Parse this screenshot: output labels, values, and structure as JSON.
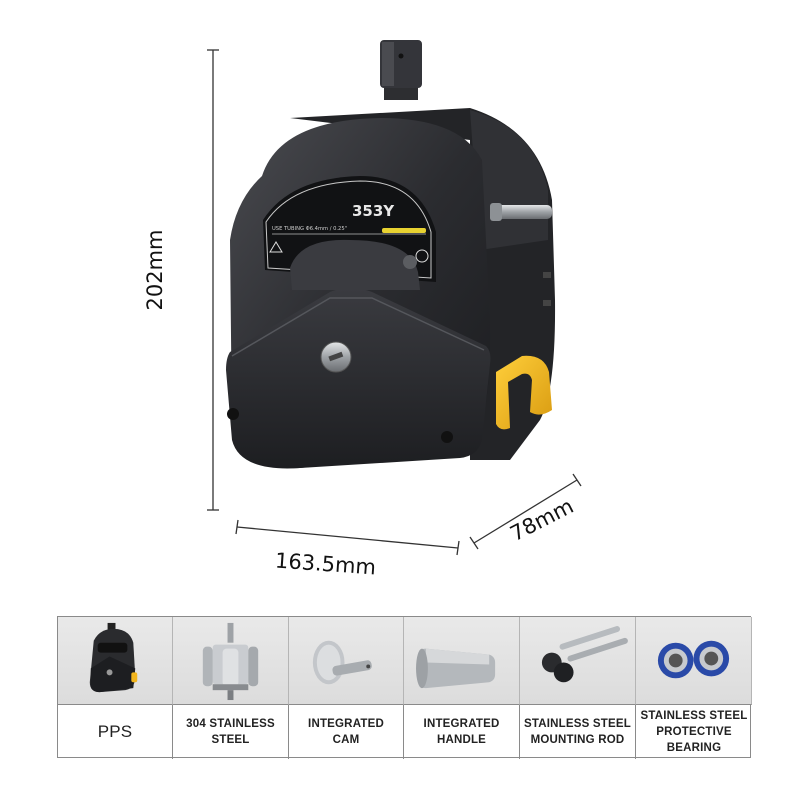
{
  "product": {
    "model_label": "353Y",
    "tubing_text": "USE TUBING  Φ6.4mm / 0.25\""
  },
  "dimensions": {
    "height": "202mm",
    "width": "163.5mm",
    "depth": "78mm"
  },
  "features": [
    {
      "label": "PPS",
      "icon": "pump-thumbnail"
    },
    {
      "label": "304 STAINLESS STEEL",
      "icon": "roller-rotor-thumbnail"
    },
    {
      "label": "INTEGRATED CAM",
      "icon": "cam-thumbnail"
    },
    {
      "label": "INTEGRATED HANDLE",
      "icon": "handle-thumbnail"
    },
    {
      "label": "STAINLESS STEEL MOUNTING ROD",
      "icon": "mounting-rod-thumbnail"
    },
    {
      "label": "STAINLESS STEEL PROTECTIVE BEARING",
      "icon": "bearing-thumbnail"
    }
  ],
  "colors": {
    "housing": "#2a2b2e",
    "accent_yellow": "#f2b51d",
    "steel": "#b9bcc0"
  }
}
